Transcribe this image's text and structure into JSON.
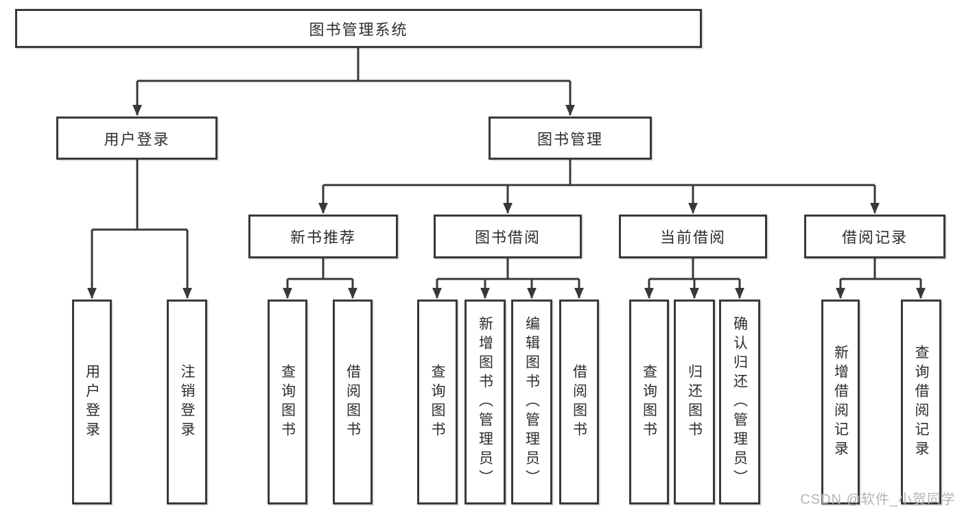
{
  "diagram": {
    "root": {
      "label": "图书管理系统"
    },
    "branches": {
      "login": {
        "label": "用户登录",
        "children": [
          {
            "label": "用户登录"
          },
          {
            "label": "注销登录"
          }
        ]
      },
      "management": {
        "label": "图书管理",
        "sections": [
          {
            "label": "新书推荐",
            "children": [
              {
                "label": "查询图书"
              },
              {
                "label": "借阅图书"
              }
            ]
          },
          {
            "label": "图书借阅",
            "children": [
              {
                "label": "查询图书"
              },
              {
                "label": "新增图书（管理员）"
              },
              {
                "label": "编辑图书（管理员）"
              },
              {
                "label": "借阅图书"
              }
            ]
          },
          {
            "label": "当前借阅",
            "children": [
              {
                "label": "查询图书"
              },
              {
                "label": "归还图书"
              },
              {
                "label": "确认归还（管理员）"
              }
            ]
          },
          {
            "label": "借阅记录",
            "children": [
              {
                "label": "新增借阅记录"
              },
              {
                "label": "查询借阅记录"
              }
            ]
          }
        ]
      }
    }
  },
  "watermark": {
    "text": "CSDN @软件_小贺同学"
  },
  "colors": {
    "line": "#383838",
    "box_border": "#383838",
    "box_background": "#ffffff",
    "text": "#2d2d2d",
    "watermark": "#b7b5b2"
  }
}
